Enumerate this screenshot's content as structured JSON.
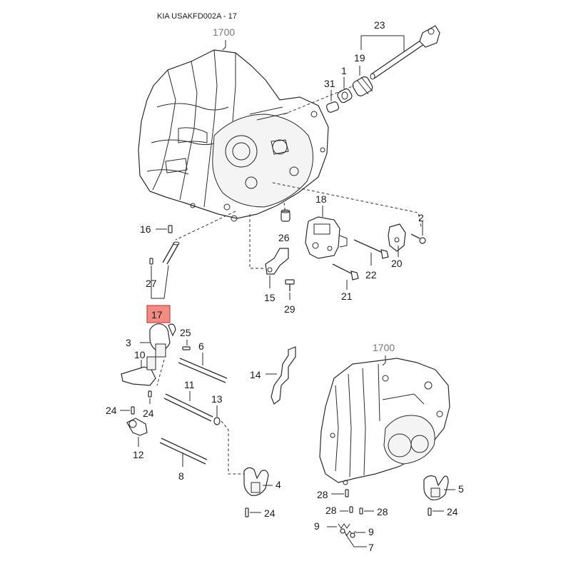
{
  "header": {
    "title": "KIA USAKFD002A - 17"
  },
  "refs": {
    "transaxle_case_top": "1700",
    "transaxle_case_bottom": "1700"
  },
  "highlight": {
    "label": "17",
    "color": "#f28b82",
    "border": "#c62828"
  },
  "parts": {
    "p1": "1",
    "p2": "2",
    "p3": "3",
    "p4": "4",
    "p5": "5",
    "p6": "6",
    "p7": "7",
    "p8": "8",
    "p9a": "9",
    "p9b": "9",
    "p10": "10",
    "p11": "11",
    "p12": "12",
    "p13": "13",
    "p14": "14",
    "p15": "15",
    "p16": "16",
    "p18": "18",
    "p19": "19",
    "p20": "20",
    "p21": "21",
    "p22": "22",
    "p23": "23",
    "p24a": "24",
    "p24b": "24",
    "p24c": "24",
    "p24d": "24",
    "p25": "25",
    "p26": "26",
    "p27": "27",
    "p28a": "28",
    "p28b": "28",
    "p28c": "28",
    "p29": "29",
    "p31": "31"
  }
}
